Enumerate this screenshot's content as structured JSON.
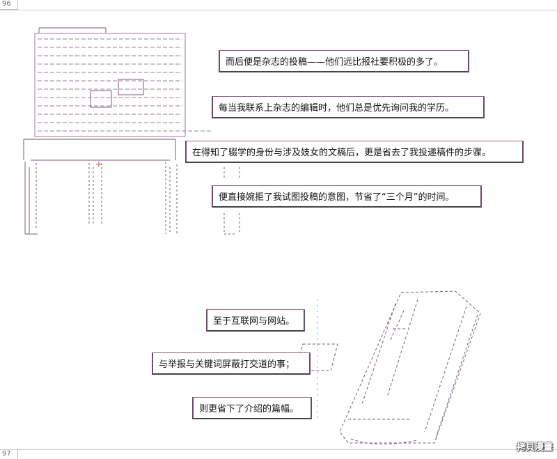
{
  "page_markers": {
    "top": "96",
    "bottom": "97"
  },
  "captions": [
    "而后便是杂志的投稿——他们远比报社要积极的多了。",
    "每当我联系上杂志的编辑时，他们总是优先询问我的学历。",
    "在得知了辍学的身份与涉及妓女的文稿后，更是省去了我投递稿件的步骤。",
    "便直接婉拒了我试图投稿的意图，节省了“三个月”的时间。",
    "至于互联网与网站。",
    "与举报与关键词屏蔽打交道的事；",
    "则更省下了介绍的篇幅。"
  ],
  "watermark": "拷貝漫畫",
  "colors": {
    "ascii_art": "#7a5a7a",
    "frame": "#6b4a6b",
    "text": "#111111"
  }
}
